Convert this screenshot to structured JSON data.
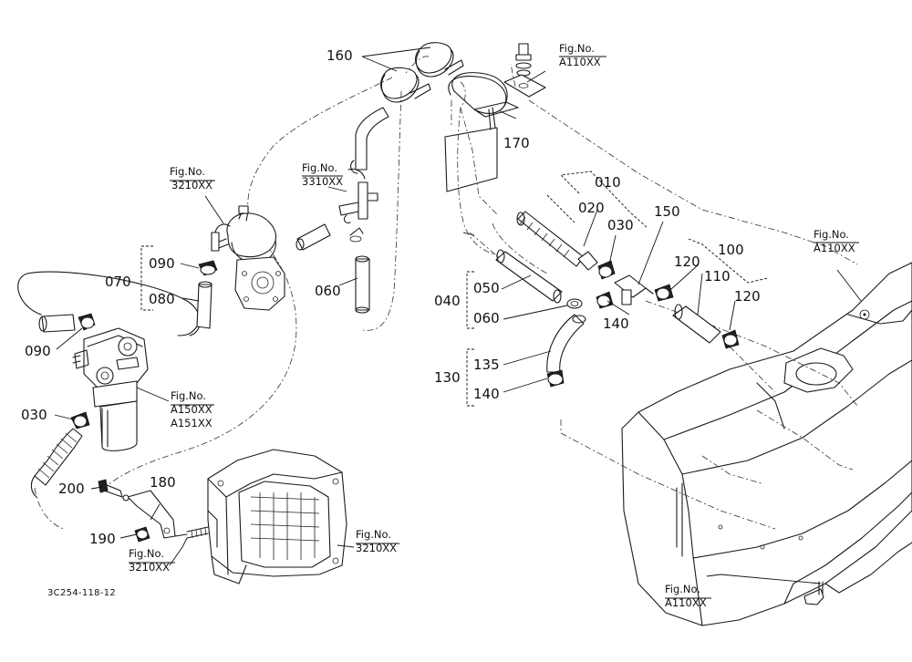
{
  "diagram_code": "3C254-118-12",
  "fig_refs": {
    "pump_top": [
      "Fig.No.",
      "3210XX"
    ],
    "tee_mid": [
      "Fig.No.",
      "3310XX"
    ],
    "tank_top": [
      "Fig.No.",
      "A110XX"
    ],
    "tank_right": [
      "Fig.No.",
      "A110XX"
    ],
    "tank_bottom": [
      "Fig.No.",
      "A110XX"
    ],
    "filter": [
      "Fig.No.",
      "A150XX",
      "A151XX"
    ],
    "case_right": [
      "Fig.No.",
      "3210XX"
    ],
    "bracket_bottom": [
      "Fig.No.",
      "3210XX"
    ]
  },
  "part_labels": {
    "p160": "160",
    "p170": "170",
    "p010": "010",
    "p020": "020",
    "p030_right": "030",
    "p150": "150",
    "p100": "100",
    "p120_a": "120",
    "p110": "110",
    "p120_b": "120",
    "p050": "050",
    "p040": "040",
    "p060_right": "060",
    "p140_a": "140",
    "p135": "135",
    "p130": "130",
    "p140_b": "140",
    "p090_top": "090",
    "p070": "070",
    "p080": "080",
    "p060_mid": "060",
    "p090_left": "090",
    "p030_left": "030",
    "p200": "200",
    "p180": "180",
    "p190": "190"
  }
}
